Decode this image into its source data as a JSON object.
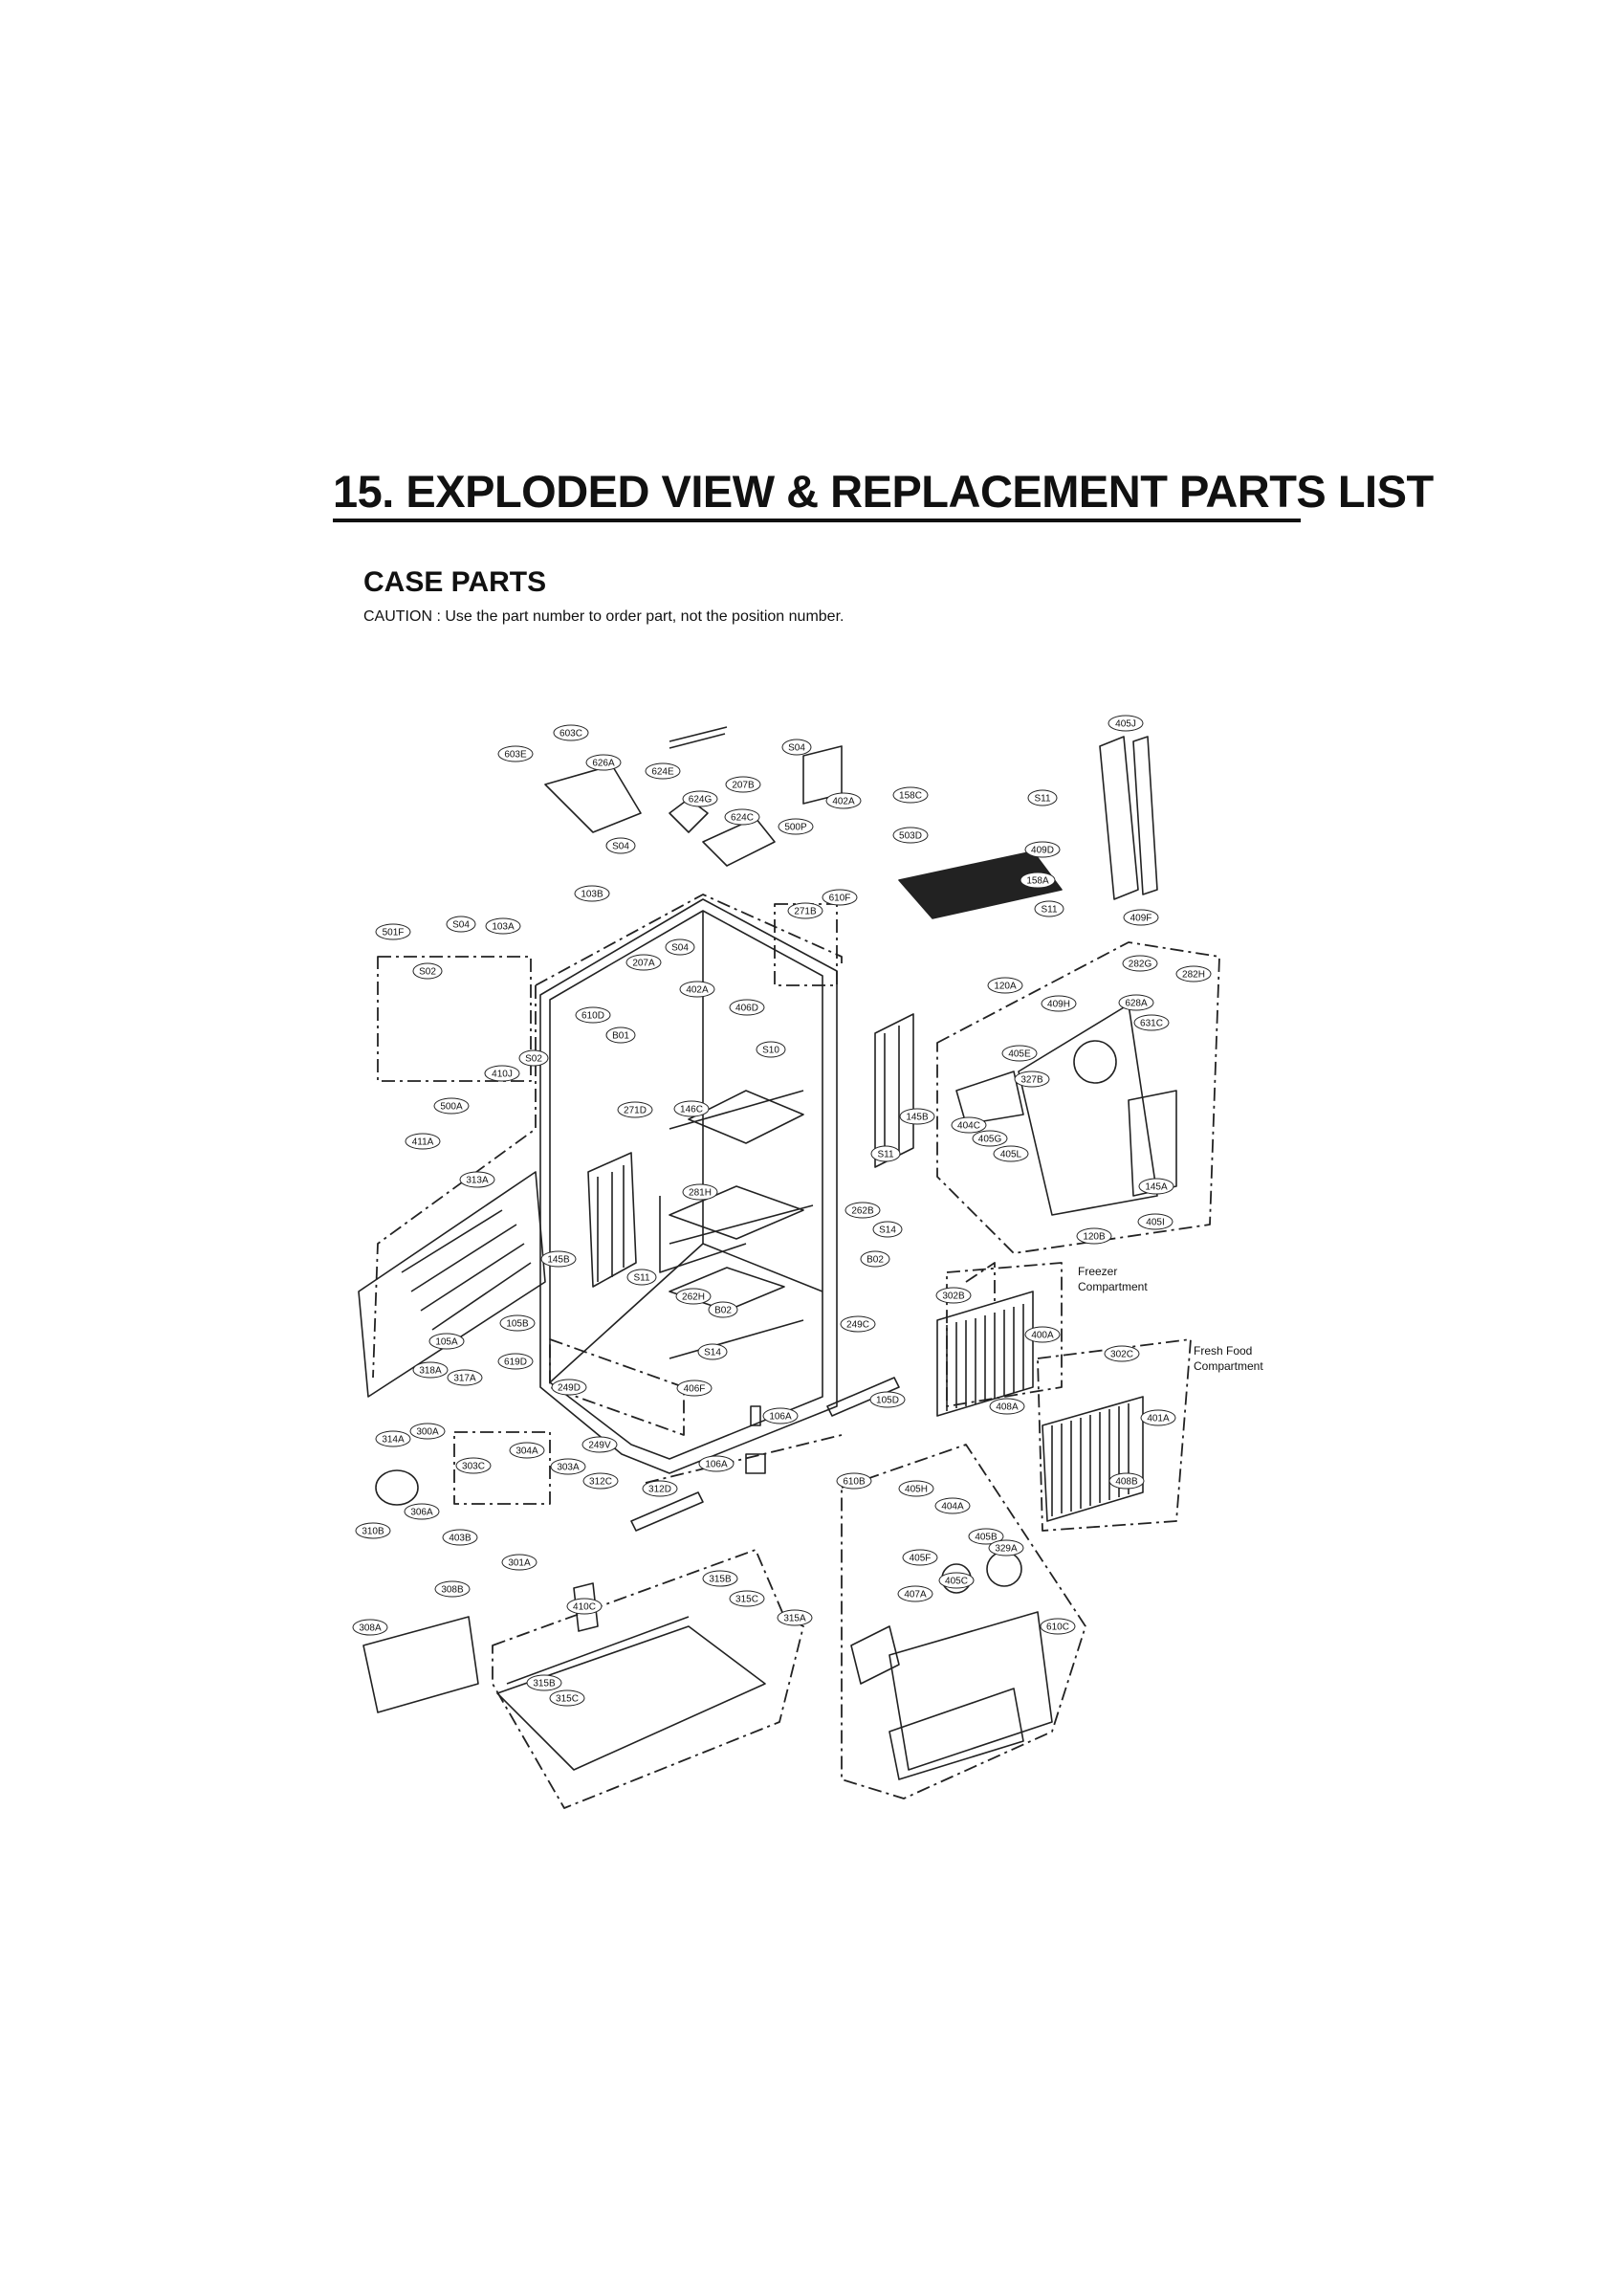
{
  "header": {
    "title": "15. EXPLODED VIEW & REPLACEMENT PARTS LIST",
    "section": "CASE PARTS",
    "caution": "CAUTION : Use the part number to order part, not the position number."
  },
  "diagram": {
    "captions": {
      "freezer_line1": "Freezer",
      "freezer_line2": "Compartment",
      "fresh_food_line1": "Fresh Food",
      "fresh_food_line2": "Compartment"
    },
    "callouts": [
      "405J",
      "603C",
      "603E",
      "626A",
      "624E",
      "S04",
      "207B",
      "624G",
      "624C",
      "402A",
      "500P",
      "158C",
      "S11",
      "503D",
      "409D",
      "158A",
      "S11",
      "409F",
      "S04",
      "103B",
      "610F",
      "271B",
      "501F",
      "S04",
      "103A",
      "S02",
      "207A",
      "S04",
      "402A",
      "406D",
      "610D",
      "B01",
      "S10",
      "S02",
      "410J",
      "500A",
      "271D",
      "146C",
      "145B",
      "S11",
      "411A",
      "313A",
      "281H",
      "262B",
      "S14",
      "145B",
      "B02",
      "S11",
      "262H",
      "B02",
      "249C",
      "S14",
      "105B",
      "105A",
      "619D",
      "318A",
      "317A",
      "249D",
      "406F",
      "105D",
      "106A",
      "249V",
      "106A",
      "314A",
      "300A",
      "304A",
      "303C",
      "303A",
      "312C",
      "312D",
      "310B",
      "306A",
      "403B",
      "301A",
      "308B",
      "315B",
      "315C",
      "410C",
      "315A",
      "308A",
      "315B",
      "315C",
      "610B",
      "405H",
      "404A",
      "405B",
      "329A",
      "405F",
      "405C",
      "407A",
      "610C",
      "120A",
      "282G",
      "282H",
      "409H",
      "628A",
      "631C",
      "405E",
      "327B",
      "404C",
      "405G",
      "405L",
      "145A",
      "120B",
      "405I",
      "302B",
      "400A",
      "302C",
      "408A",
      "401A",
      "408B"
    ]
  }
}
